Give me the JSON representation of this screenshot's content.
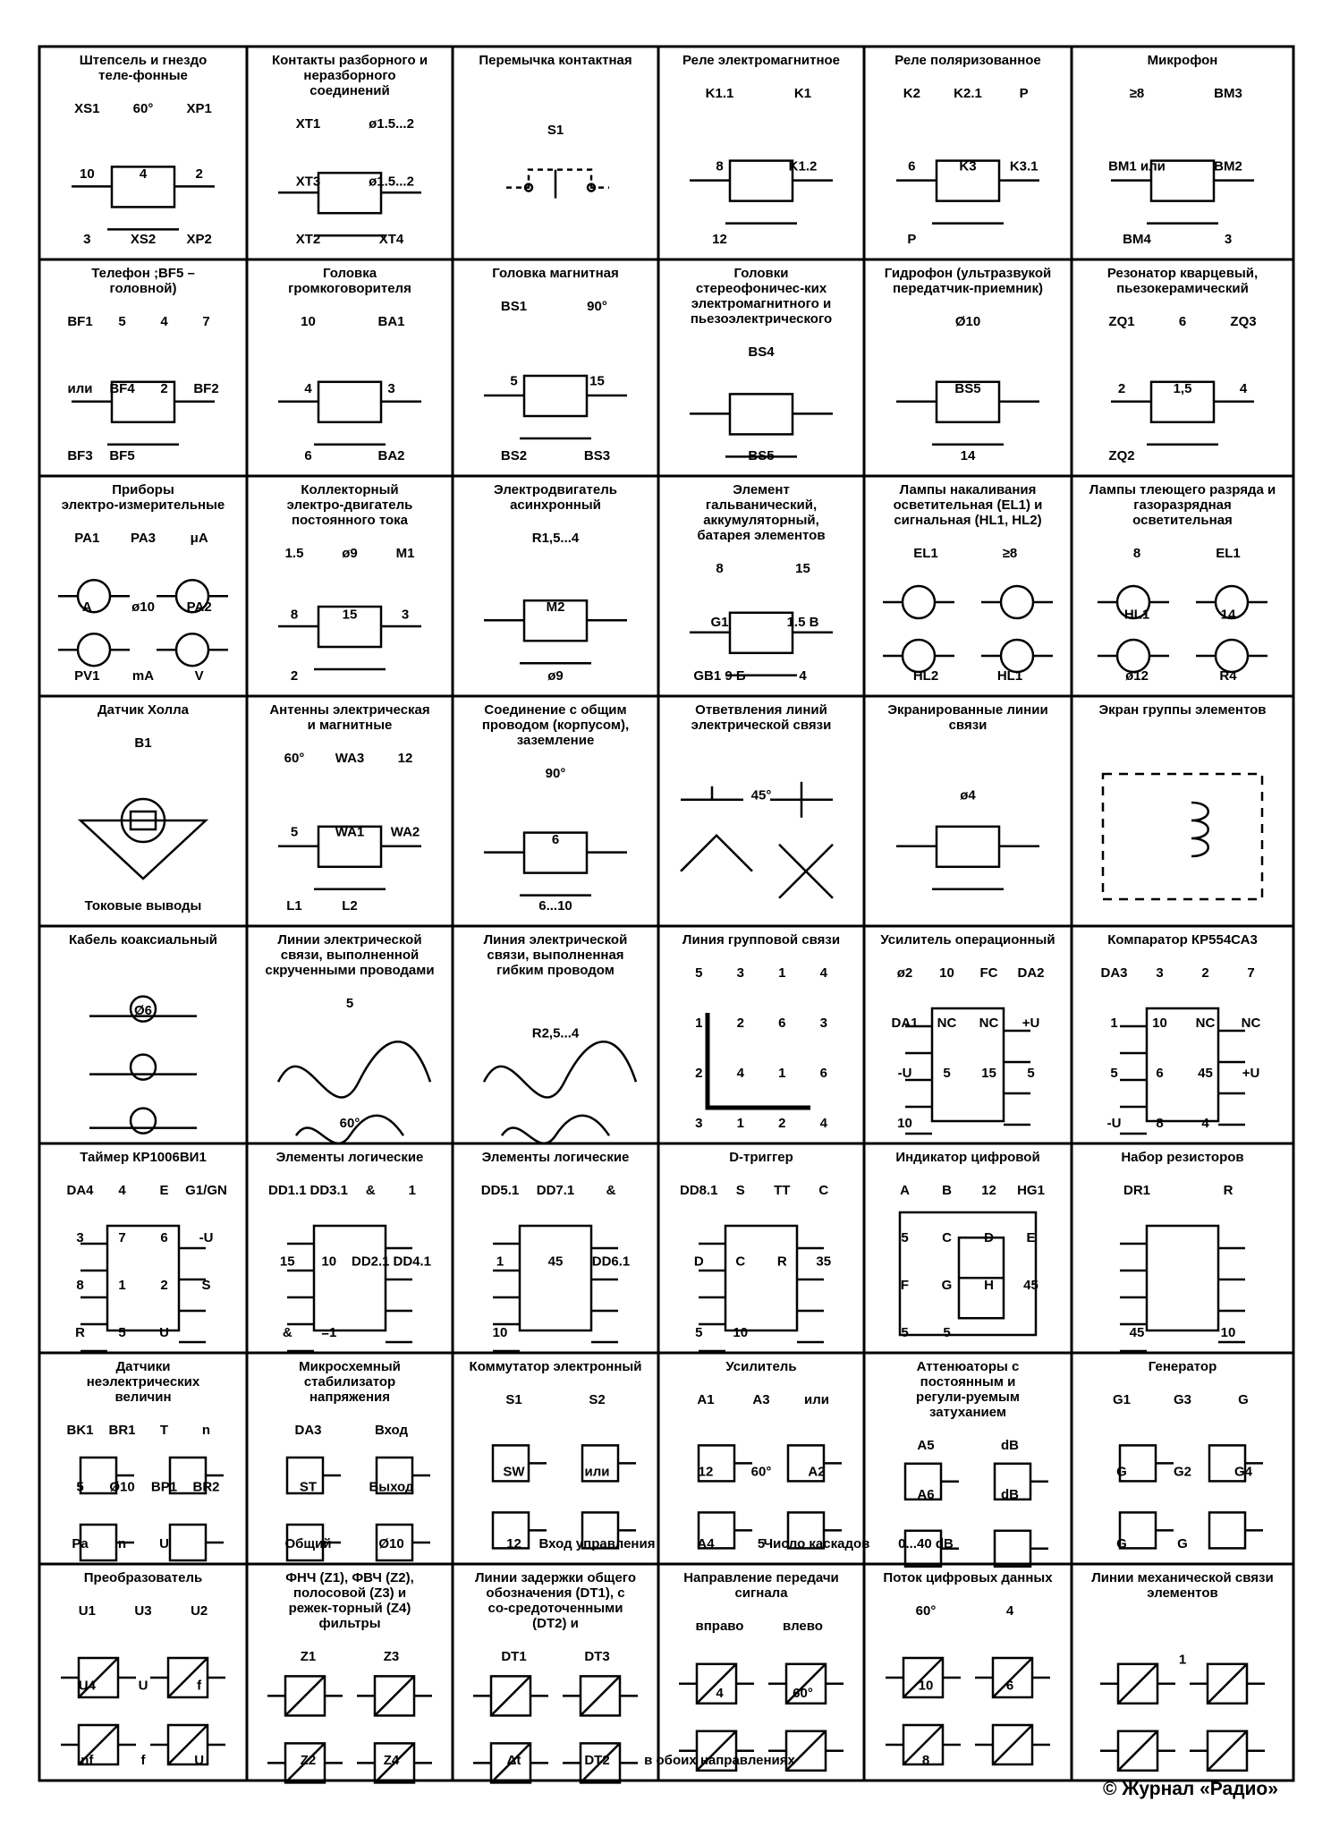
{
  "cells": [
    {
      "title": "Штепсель и гнездо теле-фонные",
      "labels": [
        "XS1",
        "60°",
        "XP1",
        "10",
        "4",
        "2",
        "3",
        "XS2",
        "XP2"
      ]
    },
    {
      "title": "Контакты разборного и неразборного соединений",
      "labels": [
        "XT1",
        "ø1.5...2",
        "XT3",
        "ø1.5...2",
        "XT2",
        "XT4"
      ]
    },
    {
      "title": "Перемычка контактная",
      "labels": [
        "S1"
      ]
    },
    {
      "title": "Реле электромагнитное",
      "labels": [
        "K1.1",
        "K1",
        "8",
        "K1.2",
        "12"
      ]
    },
    {
      "title": "Реле поляризованное",
      "labels": [
        "K2",
        "K2.1",
        "P",
        "6",
        "K3",
        "K3.1",
        "P"
      ]
    },
    {
      "title": "Микрофон",
      "labels": [
        "≥8",
        "BM3",
        "BM1 или",
        "BM2",
        "BM4",
        "3"
      ]
    },
    {
      "title": "Телефон ;BF5 – головной)",
      "labels": [
        "BF1",
        "5",
        "4",
        "7",
        "или",
        "BF4",
        "2",
        "BF2",
        "BF3",
        "BF5"
      ]
    },
    {
      "title": "Головка громкоговорителя",
      "labels": [
        "10",
        "BA1",
        "4",
        "3",
        "6",
        "BA2"
      ]
    },
    {
      "title": "Головка магнитная",
      "labels": [
        "BS1",
        "90°",
        "5",
        "15",
        "BS2",
        "BS3"
      ]
    },
    {
      "title": "Головки стереофоничес-ких электромагнитного и пьезоэлектрического звукоснимателей",
      "labels": [
        "BS4",
        "BS5"
      ]
    },
    {
      "title": "Гидрофон (ультразвукой передатчик-приемник)",
      "labels": [
        "Ø10",
        "BS5",
        "14"
      ]
    },
    {
      "title": "Резонатор кварцевый, пьезокерамический",
      "labels": [
        "ZQ1",
        "6",
        "ZQ3",
        "2",
        "1,5",
        "4",
        "ZQ2"
      ]
    },
    {
      "title": "Приборы электро-измерительные",
      "labels": [
        "PA1",
        "PA3",
        "μA",
        "A",
        "ø10",
        "PA2",
        "PV1",
        "mA",
        "V"
      ]
    },
    {
      "title": "Коллекторный электро-двигатель постоянного тока",
      "labels": [
        "1.5",
        "ø9",
        "M1",
        "8",
        "15",
        "3",
        "2"
      ]
    },
    {
      "title": "Электродвигатель асинхронный",
      "labels": [
        "R1,5...4",
        "M2",
        "ø9"
      ]
    },
    {
      "title": "Элемент гальванический, аккумуляторный, батарея элементов",
      "labels": [
        "8",
        "15",
        "G1",
        "1.5 B",
        "GB1 9 Б",
        "4"
      ]
    },
    {
      "title": "Лампы накаливания осветительная (EL1) и сигнальная (HL1, HL2)",
      "labels": [
        "EL1",
        "≥8",
        "HL2",
        "HL1"
      ]
    },
    {
      "title": "Лампы тлеющего разряда и газоразрядная осветительная",
      "labels": [
        "8",
        "EL1",
        "HL1",
        "14",
        "ø12",
        "R4"
      ]
    },
    {
      "title": "Датчик Холла",
      "labels": [
        "B1",
        "Токовые выводы"
      ]
    },
    {
      "title": "Антенны электрическая и магнитные",
      "labels": [
        "60°",
        "WA3",
        "12",
        "5",
        "WA1",
        "WA2",
        "L1",
        "L2"
      ]
    },
    {
      "title": "Соединение с общим проводом (корпусом), заземление",
      "labels": [
        "90°",
        "6",
        "6...10"
      ]
    },
    {
      "title": "Ответвления линий электрической связи",
      "labels": [
        "45°"
      ]
    },
    {
      "title": "Экранированные линии связи",
      "labels": [
        "ø4"
      ]
    },
    {
      "title": "Экран группы элементов",
      "labels": []
    },
    {
      "title": "Кабель коаксиальный",
      "labels": [
        "Ø6"
      ]
    },
    {
      "title": "Линии электрической связи, выполненной скрученными проводами",
      "labels": [
        "5",
        "60°"
      ]
    },
    {
      "title": "Линия электрической связи, выполненная гибким проводом",
      "labels": [
        "R2,5...4"
      ]
    },
    {
      "title": "Линия групповой связи",
      "labels": [
        "5",
        "3",
        "1",
        "4",
        "1",
        "2",
        "6",
        "3",
        "2",
        "4",
        "1",
        "6",
        "3",
        "1",
        "2",
        "4"
      ]
    },
    {
      "title": "Усилитель операционный",
      "labels": [
        "ø2",
        "10",
        "FC",
        "DA2",
        "DA1",
        "NC",
        "NC",
        "+U",
        "-U",
        "5",
        "15",
        "5",
        "10"
      ]
    },
    {
      "title": "Компаратор КР554СА3",
      "labels": [
        "DA3",
        "3",
        "2",
        "7",
        "1",
        "10",
        "NC",
        "NC",
        "5",
        "6",
        "45",
        "+U",
        "-U",
        "8",
        "4"
      ]
    },
    {
      "title": "Таймер КР1006ВИ1",
      "labels": [
        "DA4",
        "4",
        "E",
        "G1/GN",
        "3",
        "7",
        "6",
        "-U",
        "8",
        "1",
        "2",
        "S",
        "R",
        "5",
        "U"
      ]
    },
    {
      "title": "Элементы логические",
      "labels": [
        "DD1.1",
        "DD3.1",
        "&",
        "1",
        "15",
        "10",
        "DD2.1",
        "DD4.1",
        "&",
        "=1"
      ]
    },
    {
      "title": "Элементы логические",
      "labels": [
        "DD5.1",
        "DD7.1",
        "&",
        "1",
        "45",
        "DD6.1",
        "10"
      ]
    },
    {
      "title": "D-триггер",
      "labels": [
        "DD8.1",
        "S",
        "TT",
        "C",
        "D",
        "C",
        "R",
        "35",
        "5",
        "10"
      ]
    },
    {
      "title": "Индикатор цифровой",
      "labels": [
        "A",
        "B",
        "12",
        "HG1",
        "5",
        "C",
        "D",
        "E",
        "F",
        "G",
        "H",
        "45",
        "5",
        "5"
      ]
    },
    {
      "title": "Набор резисторов",
      "labels": [
        "DR1",
        "R",
        "45",
        "10"
      ]
    },
    {
      "title": "Датчики неэлектрических величин",
      "labels": [
        "BK1",
        "BR1",
        "T",
        "n",
        "5",
        "Ø10",
        "BP1",
        "BR2",
        "Pa",
        "n",
        "U"
      ]
    },
    {
      "title": "Микросхемный стабилизатор напряжения",
      "labels": [
        "DA3",
        "Вход",
        "ST",
        "Выход",
        "Общий",
        "Ø10"
      ]
    },
    {
      "title": "Коммутатор электронный",
      "labels": [
        "S1",
        "S2",
        "SW",
        "или",
        "12",
        "Вход управления"
      ]
    },
    {
      "title": "Усилитель",
      "labels": [
        "A1",
        "A3",
        "или",
        "12",
        "60°",
        "A2",
        "A4",
        "5",
        "Число каскадов"
      ]
    },
    {
      "title": "Аттенюаторы с постоянным и регули-руемым затуханием",
      "labels": [
        "A5",
        "dB",
        "A6",
        "dB",
        "0...40 dB"
      ]
    },
    {
      "title": "Генератор",
      "labels": [
        "G1",
        "G3",
        "G",
        "G",
        "G2",
        "G4",
        "G",
        "G"
      ]
    },
    {
      "title": "Преобразователь",
      "labels": [
        "U1",
        "U3",
        "U2",
        "U4",
        "U",
        "f",
        "nf",
        "f",
        "U"
      ]
    },
    {
      "title": "ФНЧ (Z1), ФВЧ (Z2), полосовой (Z3) и режек-торный (Z4) фильтры",
      "labels": [
        "Z1",
        "Z3",
        "Z2",
        "Z4"
      ]
    },
    {
      "title": "Линии задержки общего обозначения (DT1), с со-средоточенными (DT2) и распределенными (DT3) параметрами",
      "labels": [
        "DT1",
        "DT3",
        "Δt",
        "DT2"
      ]
    },
    {
      "title": "Направление передачи сигнала",
      "labels": [
        "вправо",
        "влево",
        "4",
        "60°",
        "в обоих направлениях"
      ]
    },
    {
      "title": "Поток цифровых данных",
      "labels": [
        "60°",
        "4",
        "10",
        "6",
        "8"
      ]
    },
    {
      "title": "Линии механической связи элементов",
      "labels": [
        "1"
      ]
    }
  ],
  "credit": "© Журнал «Радио»"
}
